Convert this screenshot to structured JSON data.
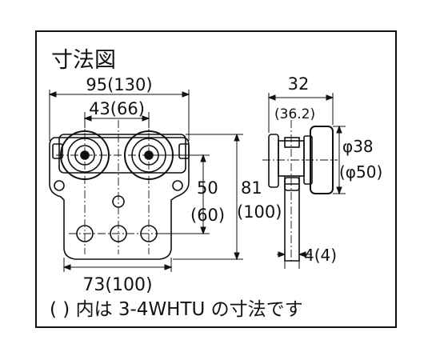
{
  "title": "寸法図",
  "dims": {
    "width_total": "95(130)",
    "wheel_span": "43(66)",
    "base_width": "73(100)",
    "height_hole": "50",
    "height_hole_alt": "(60)",
    "height_total": "81",
    "height_total_alt": "(100)",
    "side_width": "32",
    "side_width_alt": "(36.2)",
    "wheel_dia": "φ38",
    "wheel_dia_alt": "(φ50)",
    "plate_thickness": "4(4)"
  },
  "footnote": "( ) 内は 3-4WHTU の寸法です",
  "colors": {
    "line": "#111111",
    "fill": "#ffffff"
  }
}
